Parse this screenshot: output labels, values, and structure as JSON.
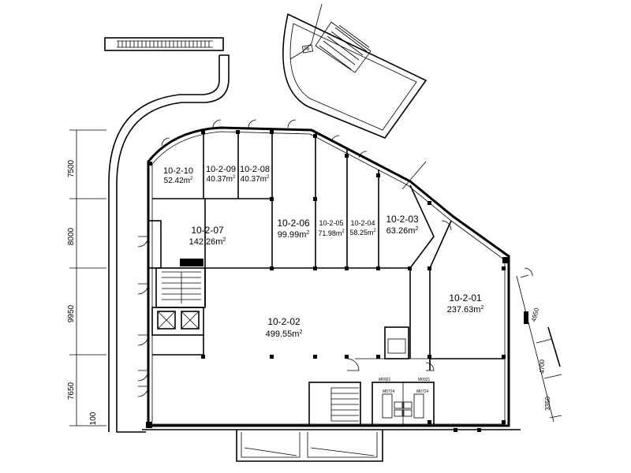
{
  "rooms": [
    {
      "id": "10-2-10",
      "area": "52.42",
      "unit": "m",
      "exp": "2"
    },
    {
      "id": "10-2-09",
      "area": "40.37",
      "unit": "m",
      "exp": "2"
    },
    {
      "id": "10-2-08",
      "area": "40.37",
      "unit": "m",
      "exp": "2"
    },
    {
      "id": "10-2-07",
      "area": "142.26",
      "unit": "m",
      "exp": "2"
    },
    {
      "id": "10-2-06",
      "area": "99.99",
      "unit": "m",
      "exp": "2"
    },
    {
      "id": "10-2-05",
      "area": "71.98",
      "unit": "m",
      "exp": "2"
    },
    {
      "id": "10-2-04",
      "area": "58.25",
      "unit": "m",
      "exp": "2"
    },
    {
      "id": "10-2-03",
      "area": "63.26",
      "unit": "m",
      "exp": "2"
    },
    {
      "id": "10-2-02",
      "area": "499.55",
      "unit": "m",
      "exp": "2"
    },
    {
      "id": "10-2-01",
      "area": "237.63",
      "unit": "m",
      "exp": "2"
    }
  ],
  "dimensions_left": [
    "7500",
    "8000",
    "9950",
    "7650"
  ],
  "dimension_bottom_left": "100",
  "dimensions_right": [
    "4950",
    "4700",
    "3350"
  ],
  "door_tags": [
    "M0921",
    "M0921",
    "M0724",
    "M0724"
  ],
  "stair_tag": "FB"
}
